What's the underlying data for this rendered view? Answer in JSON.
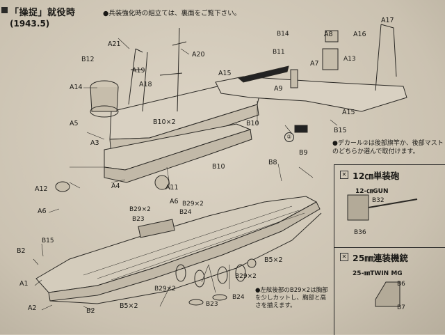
{
  "header": {
    "title": "「操捉」就役時",
    "date": "(1943.5)",
    "note": "●兵装強化時の組立ては、裏面をご覧下さい。"
  },
  "decal_note": "●デカール②は後部旗竿か、後部マストのどちらか選んで取付けます。",
  "decal_number": "②",
  "aft_note": "●左舷後部のB29×2は胸部を少しカットし、胸部と高さを揃えます。",
  "inset_gun": {
    "title": "12㎝単装砲",
    "subtitle": "12-㎝GUN",
    "parts": [
      "B32",
      "B36"
    ]
  },
  "inset_mg": {
    "title": "25㎜連装機銃",
    "subtitle": "25-㎜TWIN MG",
    "parts": [
      "B6",
      "B7"
    ]
  },
  "labels": [
    "A21",
    "A20",
    "A19",
    "A18",
    "B12",
    "A14",
    "A5",
    "A3",
    "A4",
    "A11",
    "A12",
    "A6",
    "B29×2",
    "B29×2",
    "A6",
    "B24",
    "B23",
    "B15",
    "B2",
    "A1",
    "A2",
    "B2",
    "B5×2",
    "B29×2",
    "B23",
    "B24",
    "B29×2",
    "B5×2",
    "B10×2",
    "B10",
    "B10",
    "A15",
    "A15",
    "B14",
    "B11",
    "A9",
    "A8",
    "A7",
    "A13",
    "A16",
    "A17",
    "B15",
    "B8",
    "B9"
  ]
}
